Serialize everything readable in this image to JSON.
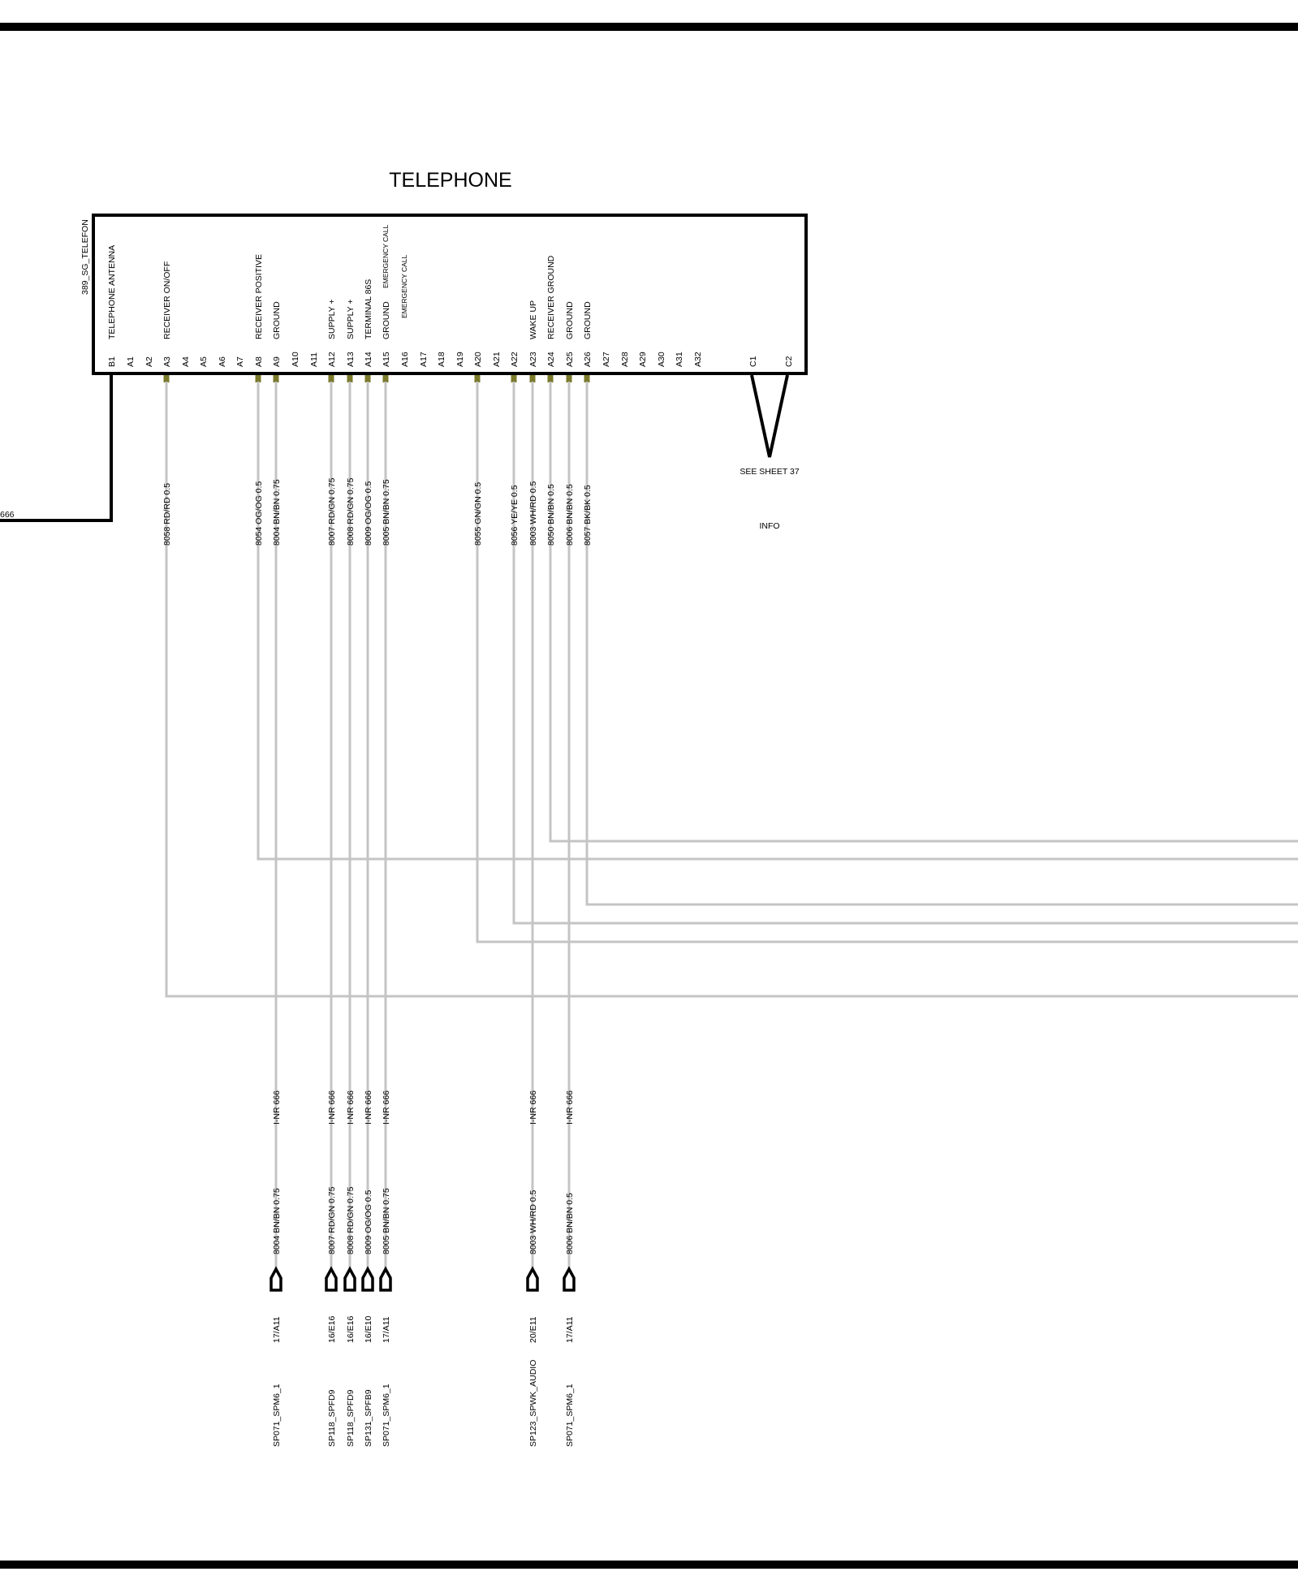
{
  "component": {
    "title": "TELEPHONE",
    "id_label": "389_SG_TELEFON",
    "info_label": "INFO",
    "see_sheet": "SEE SHEET 37",
    "antenna_label": "666"
  },
  "pins": [
    {
      "pin": "B1",
      "func": "TELEPHONE ANTENNA",
      "func2": ""
    },
    {
      "pin": "A1",
      "func": "",
      "func2": ""
    },
    {
      "pin": "A2",
      "func": "",
      "func2": ""
    },
    {
      "pin": "A3",
      "func": "RECEIVER  ON/OFF",
      "func2": ""
    },
    {
      "pin": "A4",
      "func": "",
      "func2": ""
    },
    {
      "pin": "A5",
      "func": "",
      "func2": ""
    },
    {
      "pin": "A6",
      "func": "",
      "func2": ""
    },
    {
      "pin": "A7",
      "func": "",
      "func2": ""
    },
    {
      "pin": "A8",
      "func": "RECEIVER POSITIVE",
      "func2": ""
    },
    {
      "pin": "A9",
      "func": "GROUND",
      "func2": ""
    },
    {
      "pin": "A10",
      "func": "",
      "func2": ""
    },
    {
      "pin": "A11",
      "func": "",
      "func2": ""
    },
    {
      "pin": "A12",
      "func": "SUPPLY +",
      "func2": ""
    },
    {
      "pin": "A13",
      "func": "SUPPLY +",
      "func2": ""
    },
    {
      "pin": "A14",
      "func": "TERMINAL 86S",
      "func2": ""
    },
    {
      "pin": "A15",
      "func": "GROUND",
      "func2": "EMERGENCY CALL"
    },
    {
      "pin": "A16",
      "func": "",
      "func2": "EMERGENCY CALL"
    },
    {
      "pin": "A17",
      "func": "",
      "func2": ""
    },
    {
      "pin": "A18",
      "func": "",
      "func2": ""
    },
    {
      "pin": "A19",
      "func": "",
      "func2": ""
    },
    {
      "pin": "A20",
      "func": "",
      "func2": ""
    },
    {
      "pin": "A21",
      "func": "",
      "func2": ""
    },
    {
      "pin": "A22",
      "func": "",
      "func2": ""
    },
    {
      "pin": "A23",
      "func": "WAKE UP",
      "func2": ""
    },
    {
      "pin": "A24",
      "func": "RECEIVER  GROUND",
      "func2": ""
    },
    {
      "pin": "A25",
      "func": "GROUND",
      "func2": ""
    },
    {
      "pin": "A26",
      "func": "GROUND",
      "func2": ""
    },
    {
      "pin": "A27",
      "func": "",
      "func2": ""
    },
    {
      "pin": "A28",
      "func": "",
      "func2": ""
    },
    {
      "pin": "A29",
      "func": "",
      "func2": ""
    },
    {
      "pin": "A30",
      "func": "",
      "func2": ""
    },
    {
      "pin": "A31",
      "func": "",
      "func2": ""
    },
    {
      "pin": "A32",
      "func": "",
      "func2": ""
    },
    {
      "pin": "C1",
      "func": "",
      "func2": ""
    },
    {
      "pin": "C2",
      "func": "",
      "func2": ""
    }
  ],
  "wires": [
    {
      "pin": "A3",
      "wire": "8058 RD/RD 0.5",
      "route": "right"
    },
    {
      "pin": "A8",
      "wire": "8054 OG/OG 0.5",
      "route": "right"
    },
    {
      "pin": "A9",
      "wire": "8004 BN/BN 0.75",
      "route": "down",
      "inr": "I-NR 666",
      "wire2": "8004 BN/BN 0.75",
      "ref": "17/A11",
      "dest": "SP071_SPM6_1"
    },
    {
      "pin": "A12",
      "wire": "8007 RD/GN 0.75",
      "route": "down",
      "inr": "I-NR 666",
      "wire2": "8007 RD/GN 0.75",
      "ref": "16/E16",
      "dest": "SP118_SPFD9"
    },
    {
      "pin": "A13",
      "wire": "8008 RD/GN 0.75",
      "route": "down",
      "inr": "I-NR 666",
      "wire2": "8008 RD/GN 0.75",
      "ref": "16/E16",
      "dest": "SP118_SPFD9"
    },
    {
      "pin": "A14",
      "wire": "8009 OG/OG 0.5",
      "route": "down",
      "inr": "I-NR 666",
      "wire2": "8009 OG/OG 0.5",
      "ref": "16/E10",
      "dest": "SP131_SPFB9"
    },
    {
      "pin": "A15",
      "wire": "8005 BN/BN 0.75",
      "route": "down",
      "inr": "I-NR 666",
      "wire2": "8005 BN/BN 0.75",
      "ref": "17/A11",
      "dest": "SP071_SPM6_1"
    },
    {
      "pin": "A20",
      "wire": "8055 GN/GN 0.5",
      "route": "right"
    },
    {
      "pin": "A22",
      "wire": "8056 YE/YE 0.5",
      "route": "right"
    },
    {
      "pin": "A23",
      "wire": "8003 WH/RD 0.5",
      "route": "down",
      "inr": "I-NR 666",
      "wire2": "8003 WH/RD 0.5",
      "ref": "20/E11",
      "dest": "SP123_SPWK_AUDIO"
    },
    {
      "pin": "A24",
      "wire": "8050 BN/BN 0.5",
      "route": "right"
    },
    {
      "pin": "A25",
      "wire": "8006 BN/BN 0.5",
      "route": "down",
      "inr": "I-NR 666",
      "wire2": "8006 BN/BN 0.5",
      "ref": "17/A11",
      "dest": "SP071_SPM6_1"
    },
    {
      "pin": "A26",
      "wire": "8057 BK/BK 0.5",
      "route": "right"
    }
  ]
}
